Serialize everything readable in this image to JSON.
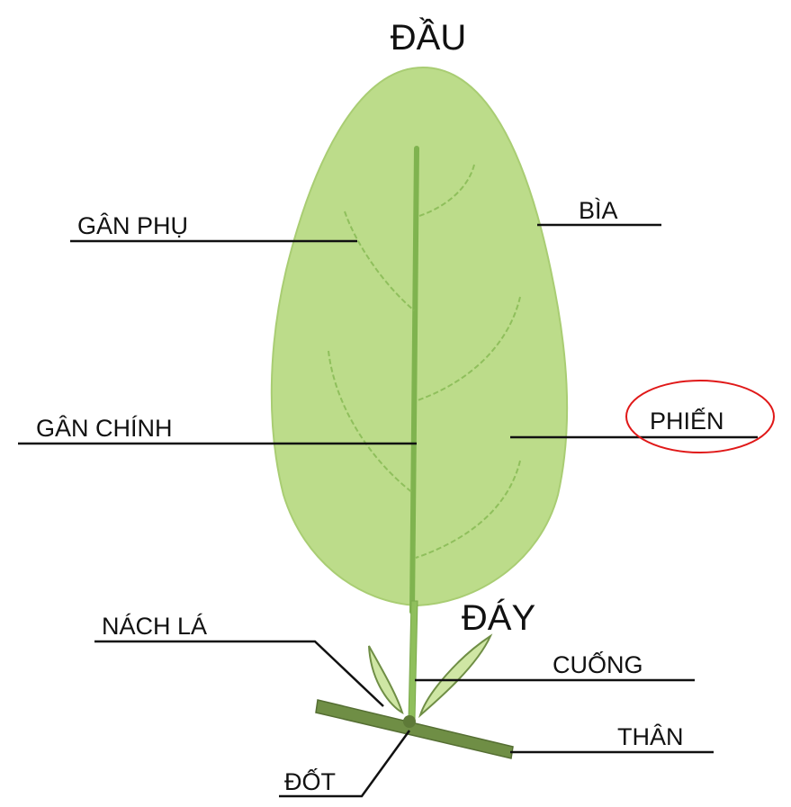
{
  "diagram": {
    "labels": {
      "tip": "ĐẦU",
      "margin": "BÌA",
      "secondary_vein": "GÂN PHỤ",
      "midrib": "GÂN CHÍNH",
      "blade": "PHIẾN",
      "base": "ĐÁY",
      "axil": "NÁCH LÁ",
      "petiole": "CUỐNG",
      "stem": "THÂN",
      "node": "ĐỐT"
    },
    "highlighted_label": "blade",
    "colors": {
      "leaf_fill": "#bcdc8a",
      "leaf_outline": "#a9cd73",
      "vein": "#7fb34f",
      "stem": "#6f8e45",
      "stem_outline": "#556e33",
      "bud": "#cfe6a4",
      "leader_line": "#111111",
      "highlight_ring": "#e01818"
    }
  }
}
